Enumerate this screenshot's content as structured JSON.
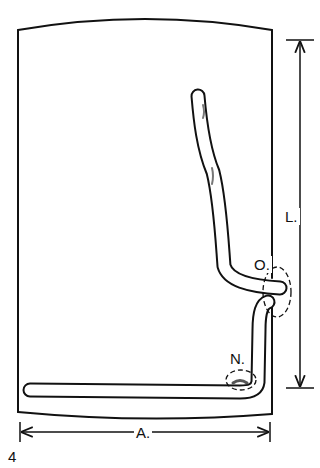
{
  "diagram": {
    "labels": [
      "O.",
      "L.",
      "N.",
      "A.",
      "4"
    ]
  }
}
